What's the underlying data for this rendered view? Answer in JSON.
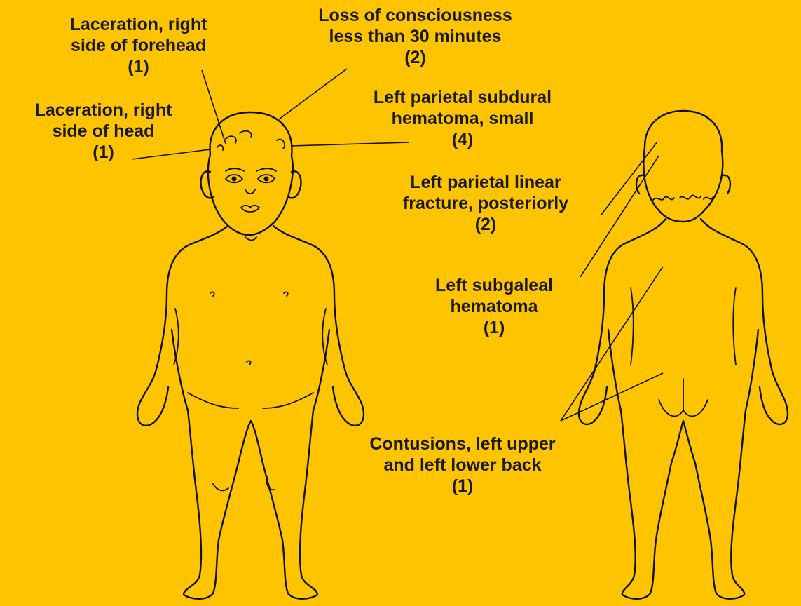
{
  "colors": {
    "background": "#FFC400",
    "ink": "#111111"
  },
  "annotations": {
    "forehead": {
      "line1": "Laceration, right",
      "line2": "side of forehead",
      "score": "(1)"
    },
    "head": {
      "line1": "Laceration, right",
      "line2": "side of head",
      "score": "(1)"
    },
    "consciousness": {
      "line1": "Loss of consciousness",
      "line2": "less than 30 minutes",
      "score": "(2)"
    },
    "subdural": {
      "line1": "Left parietal subdural",
      "line2": "hematoma, small",
      "score": "(4)"
    },
    "fracture": {
      "line1": "Left parietal linear",
      "line2": "fracture, posteriorly",
      "score": "(2)"
    },
    "subgaleal": {
      "line1": "Left subgaleal",
      "line2": "hematoma",
      "score": "(1)"
    },
    "contusions": {
      "line1": "Contusions, left upper",
      "line2": "and left lower back",
      "score": "(1)"
    }
  }
}
